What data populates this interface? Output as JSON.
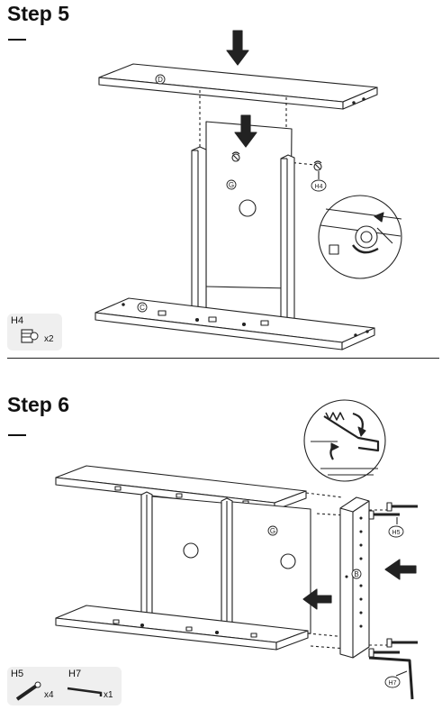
{
  "step5": {
    "title": "Step 5",
    "labels": {
      "panel_top": "D",
      "panel_bottom": "C",
      "panel_back": "G",
      "hardware": "H4"
    },
    "parts": [
      {
        "code": "H4",
        "qty": "x2",
        "icon": "cam-lock-icon"
      }
    ]
  },
  "step6": {
    "title": "Step 6",
    "labels": {
      "panel_back": "G",
      "panel_side": "B",
      "hardware_bolt": "H5",
      "hardware_key": "H7"
    },
    "parts": [
      {
        "code": "H5",
        "qty": "x4",
        "icon": "bolt-icon"
      },
      {
        "code": "H7",
        "qty": "x1",
        "icon": "allen-key-icon"
      }
    ]
  }
}
